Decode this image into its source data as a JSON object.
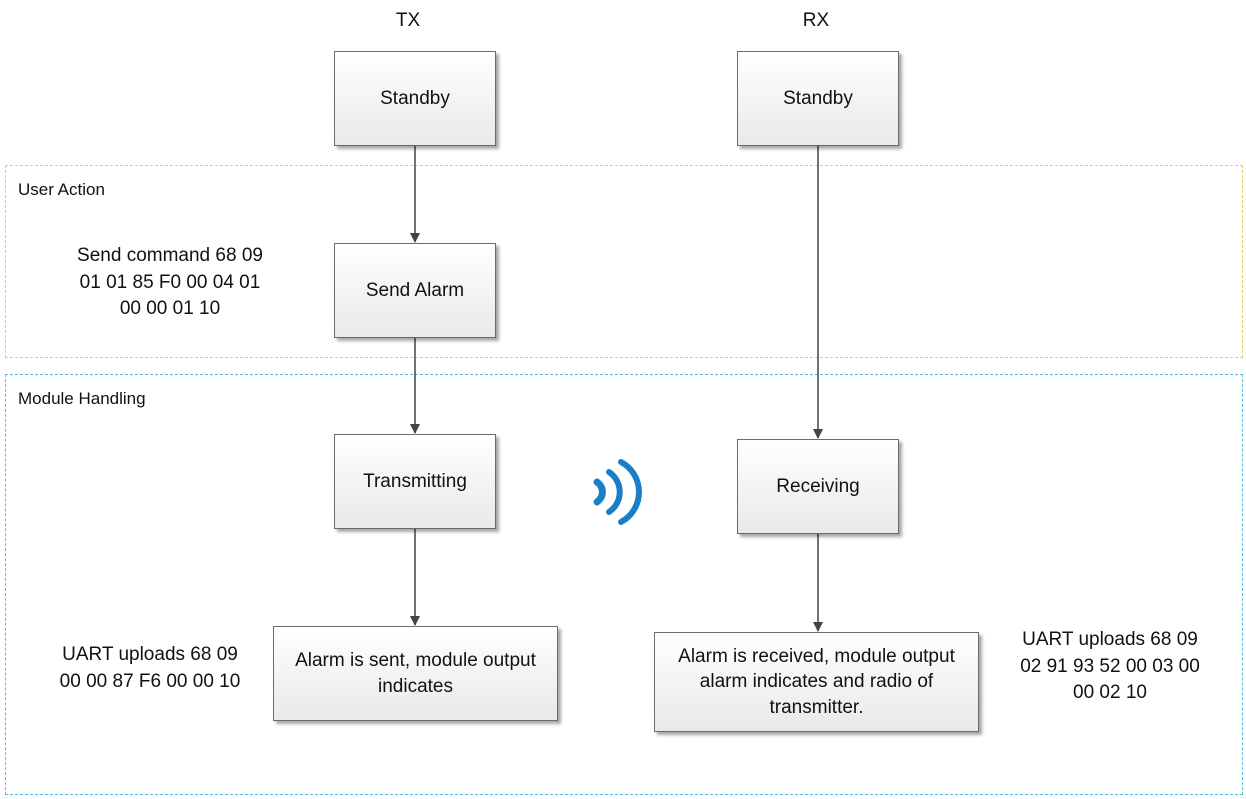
{
  "columns": {
    "tx": "TX",
    "rx": "RX"
  },
  "regions": {
    "user_action": "User Action",
    "module_handling": "Module Handling"
  },
  "boxes": {
    "tx_standby": "Standby",
    "rx_standby": "Standby",
    "send_alarm": "Send Alarm",
    "transmitting": "Transmitting",
    "receiving": "Receiving",
    "alarm_sent": "Alarm is sent, module output indicates",
    "alarm_received": "Alarm is received, module output alarm indicates and radio of transmitter."
  },
  "notes": {
    "send_command": "Send command 68 09\n01 01 85 F0 00 04 01\n00 00 01 10",
    "tx_uart": "UART uploads 68 09\n00 00 87 F6 00 00 10",
    "rx_uart": "UART uploads 68 09\n02 91 93 52 00 03 00\n00 02 10"
  },
  "icons": {
    "radio": "wireless-signal-icon"
  },
  "colors": {
    "user_action_border": "#f2c84b",
    "module_handling_border": "#57b9de",
    "signal": "#1a7fc7",
    "connector": "#444444"
  }
}
